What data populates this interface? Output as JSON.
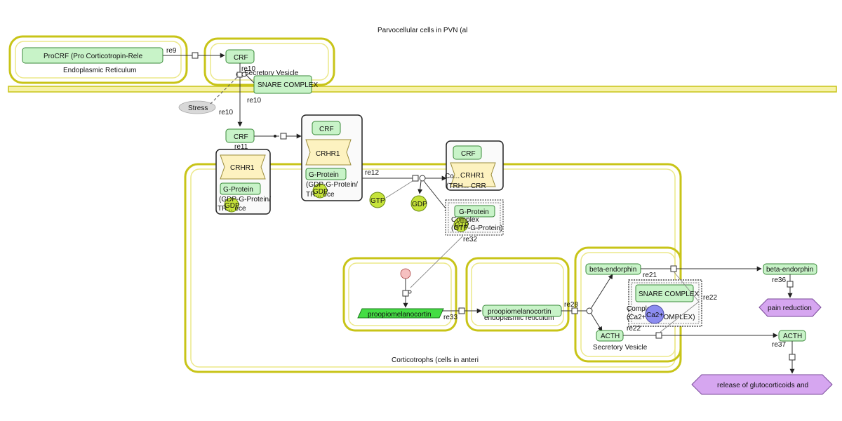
{
  "diagram": {
    "top_label": "Parvocellular cells in PVN (al",
    "compartments": {
      "endoplasmic_reticulum": "Endoplasmic Reticulum",
      "secretory_vesicle_top": "Secretory Vesicle",
      "endoplasmic_reticulum_lower": "endoplasmic reticulum",
      "secretory_vesicle_right": "Secretory Vesicle",
      "corticotrophs": "Corticotrophs (cells in anteri"
    },
    "species": {
      "procrf": "ProCRF (Pro Corticotropin-Rele",
      "crf_top": "CRF",
      "snare_top": "SNARE COMPLEX",
      "stress": "Stress",
      "crf_mid": "CRF",
      "crhr1_a": "CRHR1",
      "gprotein_a": "G-Protein",
      "gdp_a": "GDP",
      "complex_a_text": "(GDP-G-Protein/",
      "complex_a_text2": "TR... ece",
      "crf_b": "CRF",
      "crhr1_b": "CRHR1",
      "gprotein_b": "G-Protein",
      "gdp_b": "GDP",
      "complex_b_text": "(GDP-G-Protein/",
      "complex_b_text2": "TR... ece",
      "gtp_free": "GTP",
      "gdp_free": "GDP",
      "crf_c": "CRF",
      "crhr1_c": "CRHR1",
      "complex_c_text": "Co...",
      "complex_c_text2": "(TRH... CRR",
      "gprotein_d": "G-Protein",
      "gtp_d": "GTP",
      "complex_d_text": "Complex",
      "complex_d_text2": "(GTP-G-Protein)",
      "mrna": "proopiomelanocortin",
      "pomc": "proopiomelanocortin",
      "beta_endorphin": "beta-endorphin",
      "acth": "ACTH",
      "snare_b": "SNARE COMPLEX",
      "complex_e_text": "Complex",
      "complex_e_text2": "(Ca2+...E COMPLEX)",
      "ca": "Ca2+",
      "beta_endorphin_out": "beta-endorphin",
      "acth_out": "ACTH",
      "pain": "pain reduction",
      "release": "release of glutocorticoids and"
    },
    "reactions": {
      "re9": "re9",
      "re10a": "re10",
      "re10b": "re10",
      "re10c": "re10",
      "re11": "re11",
      "re12": "re12",
      "re32": "re32",
      "re33": "re33",
      "re28": "re28",
      "re21": "re21",
      "re22a": "re22",
      "re22b": "re22",
      "re36": "re36",
      "re37": "re37"
    },
    "colors": {
      "compartment_border": "#c8c418",
      "species_fill": "#c8f3c8",
      "receptor_fill": "#fdf2c0",
      "small_molecule": "#c6e33a",
      "ion": "#8c8cf0",
      "phenotype": "#d6a6f0",
      "mrna": "#44dd44"
    }
  }
}
